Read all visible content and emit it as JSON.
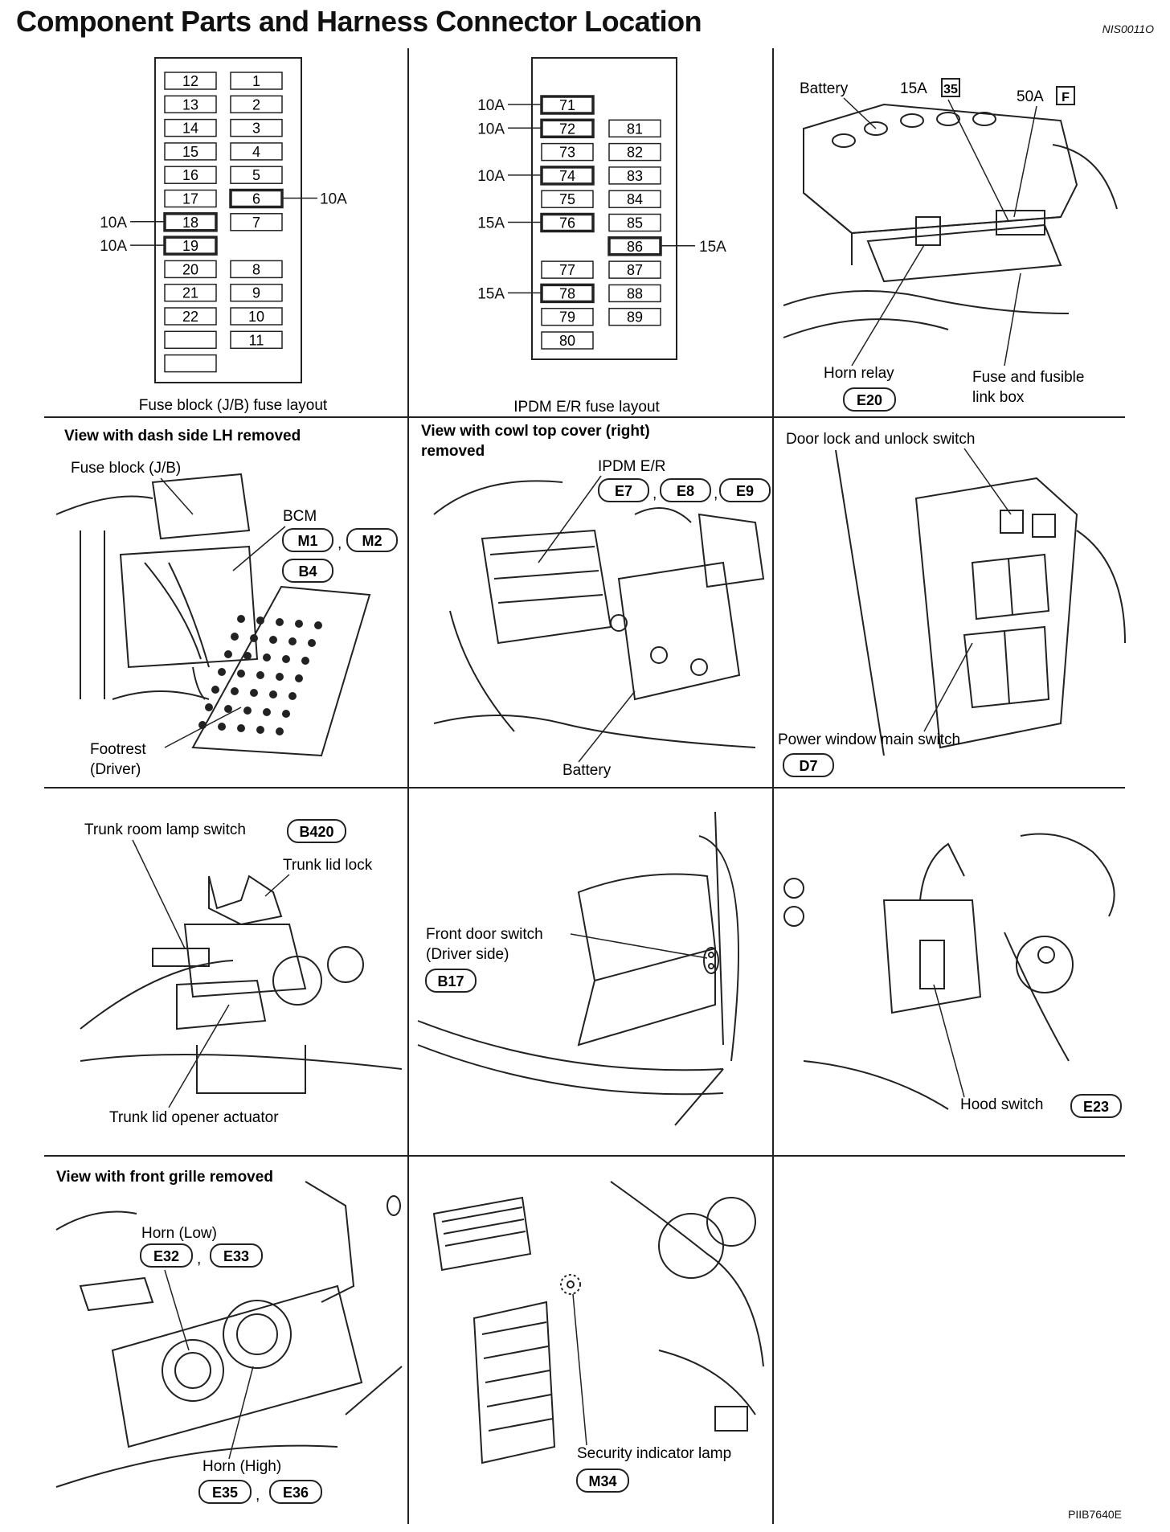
{
  "page": {
    "title": "Component Parts and Harness Connector Location",
    "doc_code": "NIS0011O",
    "figure_code": "PIIB7640E"
  },
  "fuse_block": {
    "caption": "Fuse block (J/B) fuse layout",
    "left_column": [
      "12",
      "13",
      "14",
      "15",
      "16",
      "17",
      "18",
      "19",
      "20",
      "21",
      "22",
      "",
      ""
    ],
    "right_column": [
      "1",
      "2",
      "3",
      "4",
      "5",
      "6",
      "7",
      "",
      "8",
      "9",
      "10",
      "11",
      ""
    ],
    "callouts": [
      {
        "fuse": "6",
        "rating": "10A"
      },
      {
        "fuse": "18",
        "rating": "10A"
      },
      {
        "fuse": "19",
        "rating": "10A"
      }
    ]
  },
  "ipdm_block": {
    "caption": "IPDM E/R fuse layout",
    "left_column": [
      "71",
      "72",
      "73",
      "74",
      "75",
      "76",
      "",
      "77",
      "78",
      "79",
      "80"
    ],
    "right_column": [
      "",
      "81",
      "82",
      "83",
      "84",
      "85",
      "86",
      "87",
      "88",
      "89",
      ""
    ],
    "callouts": [
      {
        "fuse": "71",
        "rating": "10A"
      },
      {
        "fuse": "72",
        "rating": "10A"
      },
      {
        "fuse": "74",
        "rating": "10A"
      },
      {
        "fuse": "76",
        "rating": "15A"
      },
      {
        "fuse": "86",
        "rating": "15A"
      },
      {
        "fuse": "78",
        "rating": "15A"
      }
    ]
  },
  "battery_panel": {
    "battery": "Battery",
    "fuse_15a": "15A",
    "fuse_15a_tag": "35",
    "fuse_50a": "50A",
    "fuse_50a_tag": "F",
    "horn_relay": "Horn relay",
    "horn_relay_conn": "E20",
    "fuse_box_line1": "Fuse and fusible",
    "fuse_box_line2": "link box"
  },
  "dash_panel": {
    "heading": "View with dash side LH removed",
    "fuse_block": "Fuse block (J/B)",
    "bcm": "BCM",
    "conn_m1": "M1",
    "conn_m2": "M2",
    "conn_b4": "B4",
    "comma": ",",
    "footrest_line1": "Footrest",
    "footrest_line2": "(Driver)"
  },
  "cowl_panel": {
    "heading_line1": "View with cowl top cover (right)",
    "heading_line2": "removed",
    "ipdm": "IPDM E/R",
    "conn_e7": "E7",
    "conn_e8": "E8",
    "conn_e9": "E9",
    "comma": ",",
    "battery": "Battery"
  },
  "door_lock_panel": {
    "switch": "Door lock and unlock switch",
    "window_switch": "Power window main switch",
    "conn_d7": "D7"
  },
  "trunk_panel": {
    "lamp_switch": "Trunk room lamp switch",
    "conn_b420": "B420",
    "lid_lock": "Trunk lid lock",
    "actuator": "Trunk lid opener actuator"
  },
  "front_door_panel": {
    "switch_line1": "Front door switch",
    "switch_line2": "(Driver side)",
    "conn_b17": "B17"
  },
  "hood_panel": {
    "hood_switch": "Hood switch",
    "conn_e23": "E23"
  },
  "grille_panel": {
    "heading": "View with front grille removed",
    "horn_low": "Horn (Low)",
    "conn_e32": "E32",
    "conn_e33": "E33",
    "horn_high": "Horn (High)",
    "conn_e35": "E35",
    "conn_e36": "E36",
    "comma": ","
  },
  "security_panel": {
    "lamp": "Security indicator lamp",
    "conn_m34": "M34"
  }
}
